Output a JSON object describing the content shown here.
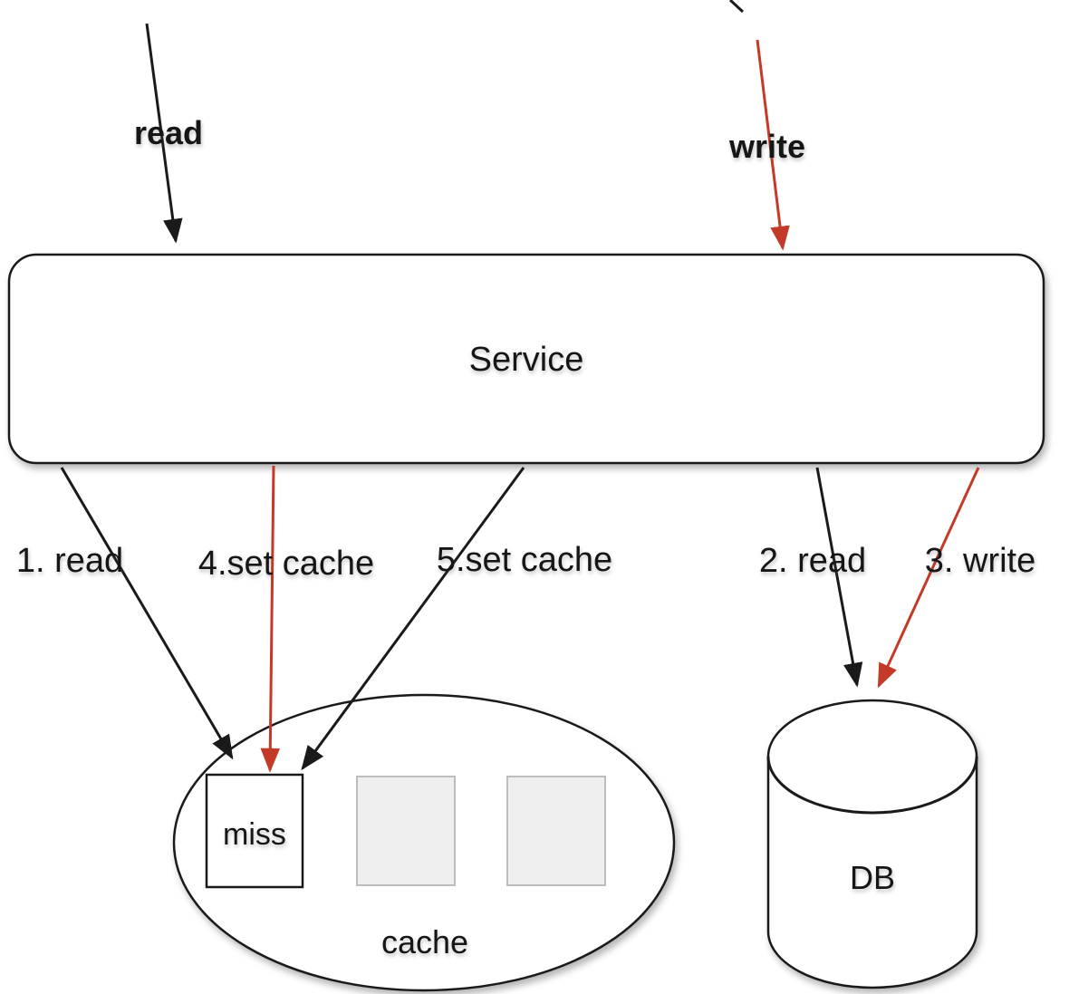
{
  "diagram": {
    "pattern": "cache-aside read/write flow",
    "nodes": {
      "service": {
        "label": "Service"
      },
      "cache": {
        "label": "cache"
      },
      "cache_cell_miss": {
        "label": "miss"
      },
      "db": {
        "label": "DB"
      }
    },
    "edges": {
      "read_in": {
        "label": "read",
        "color": "#1a1a1a",
        "from": "external",
        "to": "service"
      },
      "write_in": {
        "label": "write",
        "color": "#c43a28",
        "from": "external",
        "to": "service"
      },
      "step1_read": {
        "label": "1. read",
        "color": "#1a1a1a",
        "from": "service",
        "to": "cache"
      },
      "step4_set_cache": {
        "label": "4.set cache",
        "color": "#c43a28",
        "from": "service",
        "to": "cache"
      },
      "step5_set_cache": {
        "label": "5.set cache",
        "color": "#1a1a1a",
        "from": "service",
        "to": "cache"
      },
      "step2_read": {
        "label": "2. read",
        "color": "#1a1a1a",
        "from": "service",
        "to": "db"
      },
      "step3_write": {
        "label": "3. write",
        "color": "#c43a28",
        "from": "service",
        "to": "db"
      }
    },
    "colors": {
      "arrow_black": "#1a1a1a",
      "arrow_red": "#c43a28",
      "shape_stroke": "#1a1a1a",
      "shape_fill": "#ffffff",
      "cell_fill": "#efefef",
      "cell_stroke": "#bdbdbd",
      "background": "#ffffff"
    }
  }
}
